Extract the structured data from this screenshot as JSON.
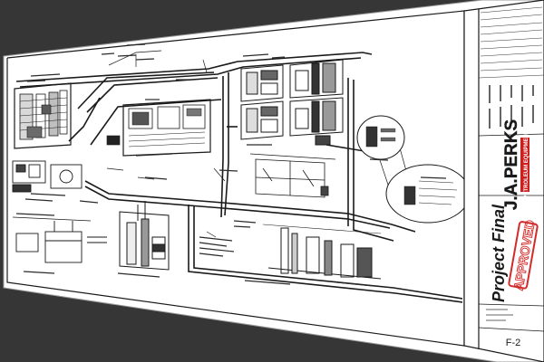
{
  "title_block": {
    "company_logo": "J.A.PERKS",
    "company_tagline": "PETROLEUM EQUIPMENT",
    "project_status": "Project Final",
    "approval_stamp": "APPROVED",
    "sheet_number": "F-2"
  },
  "colors": {
    "background": "#363636",
    "paper": "#ffffff",
    "ink": "#1a1a1a",
    "logo_red": "#cc2020",
    "stamp_red": "#d42a2a"
  }
}
